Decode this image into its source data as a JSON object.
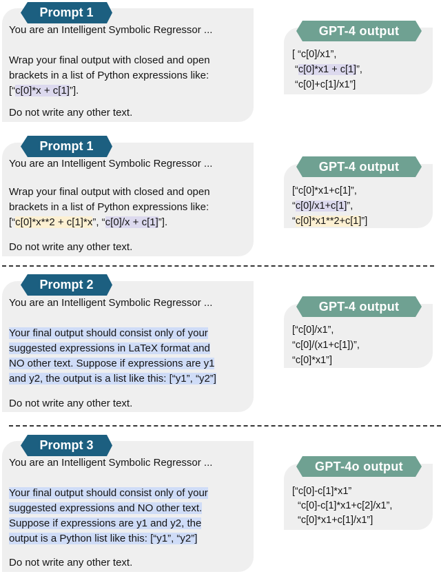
{
  "panels": [
    {
      "prompt": {
        "tag": "Prompt 1",
        "intro": "You are an Intelligent Symbolic Regressor ...",
        "instruction_lines": [
          "Wrap your final output with closed and open",
          "brackets in a list of Python expressions like:"
        ],
        "example_prefix": "[“",
        "example_highlight_purple": "c[0]*x + c[1]",
        "example_suffix": "”].",
        "closing": "Do not write any other text."
      },
      "output": {
        "tag": "GPT-4  output",
        "lines": [
          {
            "pre": "[ “c[0]/x1”,",
            "hl": "",
            "post": ""
          },
          {
            "pre": " “",
            "hl": "c[0]*x1 + c[1]",
            "post": "”,",
            "hl_color": "purple"
          },
          {
            "pre": " “c[0]+c[1]/x1”]",
            "hl": "",
            "post": ""
          }
        ]
      }
    },
    {
      "prompt": {
        "tag": "Prompt 1",
        "intro": "You are an Intelligent Symbolic Regressor ...",
        "instruction_lines": [
          "Wrap your final output with closed and open",
          "brackets in a list of Python expressions like:"
        ],
        "example_prefix": "[“",
        "example_highlight_yellow": "c[0]*x**2 + c[1]*x",
        "example_middle": "”, “",
        "example_highlight_purple": "c[0]/x + c[1]",
        "example_suffix": "”].",
        "closing": "Do not write any other text."
      },
      "output": {
        "tag": "GPT-4  output",
        "lines": [
          {
            "pre": "[“c[0]*x1+c[1]”,",
            "hl": "",
            "post": ""
          },
          {
            "pre": "“",
            "hl": "c[0]/x1+c[1]",
            "post": "”,",
            "hl_color": "purple"
          },
          {
            "pre": "“",
            "hl": "c[0]*x1**2+c[1]",
            "post": "”]",
            "hl_color": "yellow"
          }
        ]
      }
    },
    {
      "prompt": {
        "tag": "Prompt 2",
        "intro": "You are an Intelligent Symbolic Regressor ...",
        "highlight_lines": [
          "Your final output should consist only of your",
          "suggested expressions in LaTeX format and",
          "NO other text. Suppose if expressions are y1",
          "and y2, the output is a list like this: [“y1”, “y2”]"
        ],
        "closing": "Do not write any other text."
      },
      "output": {
        "tag": "GPT-4  output",
        "lines": [
          "[“c[0]/x1”,",
          "“c[0]/(x1+c[1])”,",
          "“c[0]*x1”]"
        ]
      }
    },
    {
      "prompt": {
        "tag": "Prompt 3",
        "intro": "You are an Intelligent Symbolic Regressor ...",
        "highlight_lines": [
          "Your final output should consist only of your",
          "suggested expressions and NO other text.",
          "Suppose if expressions are y1 and y2, the",
          "output is a Python list like this: [“y1”, “y2”]"
        ],
        "closing": "Do not write any other text."
      },
      "output": {
        "tag": "GPT-4o  output",
        "lines": [
          "[“c[0]-c[1]*x1”",
          "  “c[0]-c[1]*x1+c[2]/x1”,",
          "  “c[0]*x1+c[1]/x1”]"
        ]
      }
    }
  ],
  "colors": {
    "prompt_tag": "#1c5f80",
    "output_tag": "#6fa192",
    "box_bg": "#efefef",
    "highlight_purple": "#dcd9ee",
    "highlight_yellow": "#fcf0d2",
    "highlight_blue": "#cfdcf7"
  }
}
